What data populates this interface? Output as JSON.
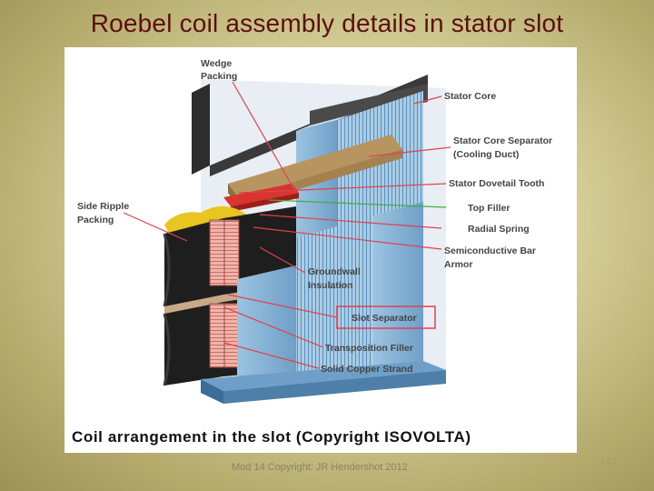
{
  "slide": {
    "title": "Roebel coil assembly details in stator slot",
    "footer": "Mod 14 Copyright: JR Hendershot 2012",
    "page_number": "142"
  },
  "figure": {
    "caption": "Coil arrangement in the slot (Copyright ISOVOLTA)",
    "labels": {
      "wedge_packing_1": "Wedge",
      "wedge_packing_2": "Packing",
      "side_ripple_1": "Side Ripple",
      "side_ripple_2": "Packing",
      "stator_core": "Stator Core",
      "core_separator_1": "Stator Core Separator",
      "core_separator_2": "(Cooling Duct)",
      "dovetail_tooth": "Stator Dovetail Tooth",
      "top_filler": "Top Filler",
      "radial_spring": "Radial Spring",
      "semiconductive_1": "Semiconductive Bar",
      "semiconductive_2": "Armor",
      "groundwall_1": "Groundwall",
      "groundwall_2": "Insulation",
      "slot_separator": "Slot Separator",
      "transposition_filler": "Transposition Filler",
      "solid_copper_strand": "Solid Copper Strand"
    },
    "colors": {
      "core_blue": "#8fb9d9",
      "core_dark": "#5d8fb8",
      "wedge_brown": "#b89560",
      "ripple_yellow": "#e8c520",
      "copper": "#e09a8e",
      "armor_black": "#1e1e1e",
      "leader_red": "#e04050",
      "leader_green": "#3cb043"
    }
  }
}
